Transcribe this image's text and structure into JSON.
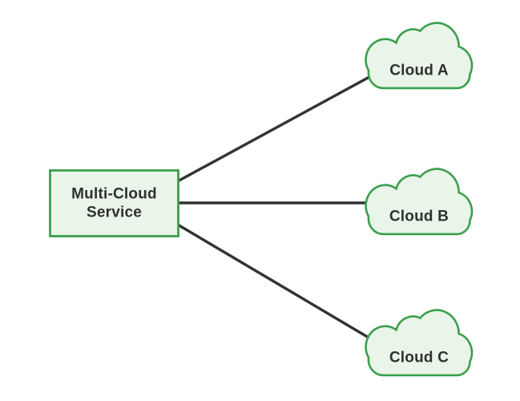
{
  "diagram": {
    "colors": {
      "background": "#ffffff",
      "node_fill": "#e9f5e9",
      "node_border": "#3b9e4c",
      "connector": "#333333",
      "label_text": "#303030"
    },
    "service_node": {
      "label": "Multi-Cloud Service",
      "label_line1": "Multi-Cloud",
      "label_line2": "Service"
    },
    "cloud_nodes": [
      {
        "id": "cloud-a",
        "label": "Cloud A"
      },
      {
        "id": "cloud-b",
        "label": "Cloud B"
      },
      {
        "id": "cloud-c",
        "label": "Cloud C"
      }
    ],
    "connections": [
      {
        "from": "Multi-Cloud Service",
        "to": "Cloud A"
      },
      {
        "from": "Multi-Cloud Service",
        "to": "Cloud B"
      },
      {
        "from": "Multi-Cloud Service",
        "to": "Cloud C"
      }
    ]
  }
}
